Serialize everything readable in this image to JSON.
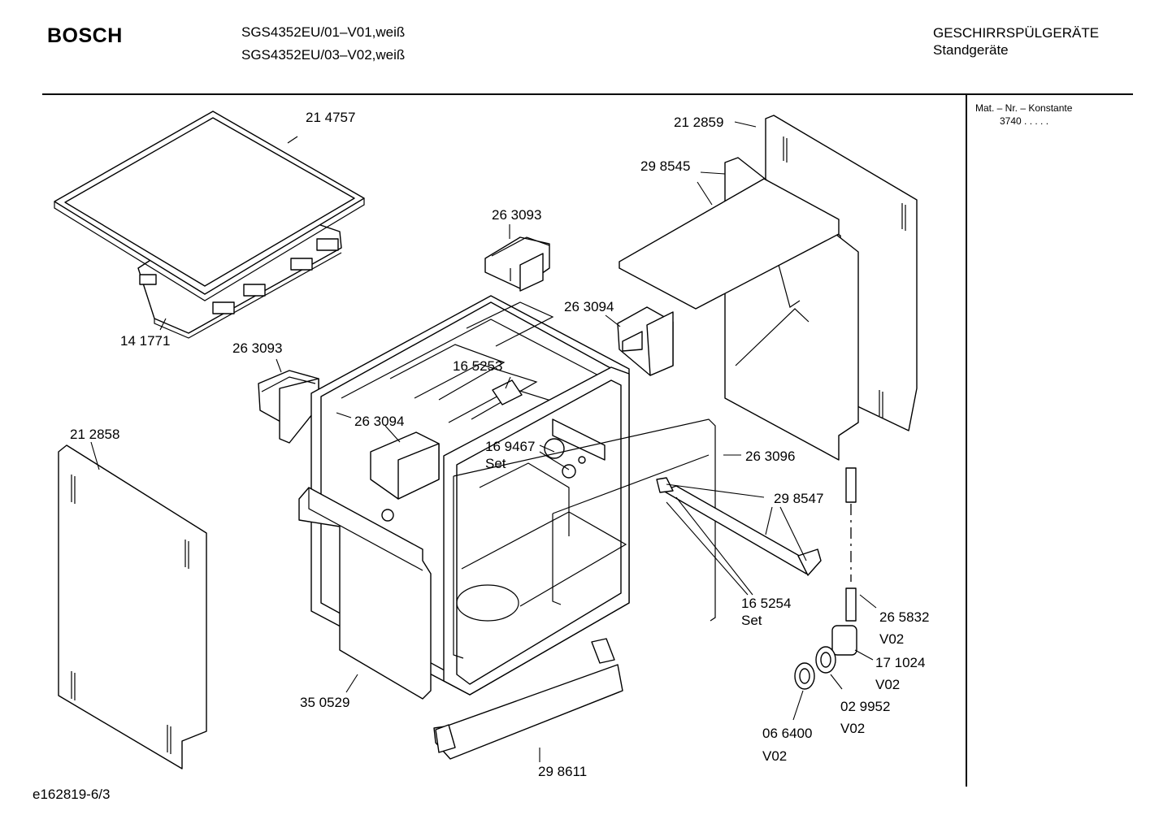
{
  "header": {
    "brand": "BOSCH",
    "model_lines": [
      "SGS4352EU/01–V01,weiß",
      "SGS4352EU/03–V02,weiß"
    ],
    "category": "GESCHIRRSPÜLGERÄTE",
    "subcategory": "Standgeräte"
  },
  "sidebar": {
    "title": "Mat. – Nr. – Konstante",
    "value": "3740  .   .   .   .   ."
  },
  "parts": [
    {
      "id": "p214757",
      "label": "21 4757"
    },
    {
      "id": "p141771",
      "label": "14 1771"
    },
    {
      "id": "p263093a",
      "label": "26 3093"
    },
    {
      "id": "p263093b",
      "label": "26 3093"
    },
    {
      "id": "p263094a",
      "label": "26 3094"
    },
    {
      "id": "p263094b",
      "label": "26 3094"
    },
    {
      "id": "p165253",
      "label": "16 5253"
    },
    {
      "id": "p169467",
      "label": "16 9467",
      "note": "Set"
    },
    {
      "id": "p212858",
      "label": "21 2858"
    },
    {
      "id": "p212859",
      "label": "21 2859"
    },
    {
      "id": "p298545",
      "label": "29 8545"
    },
    {
      "id": "p263096",
      "label": "26 3096"
    },
    {
      "id": "p298547",
      "label": "29 8547"
    },
    {
      "id": "p165254",
      "label": "16 5254",
      "note": "Set"
    },
    {
      "id": "p265832",
      "label": "26 5832",
      "note": "V02"
    },
    {
      "id": "p171024",
      "label": "17 1024",
      "note": "V02"
    },
    {
      "id": "p029952",
      "label": "02 9952",
      "note": "V02"
    },
    {
      "id": "p066400",
      "label": "06 6400",
      "note": "V02"
    },
    {
      "id": "p350529",
      "label": "35 0529"
    },
    {
      "id": "p298611",
      "label": "29 8611"
    }
  ],
  "footer": {
    "drawing_id": "e162819-6/3"
  }
}
